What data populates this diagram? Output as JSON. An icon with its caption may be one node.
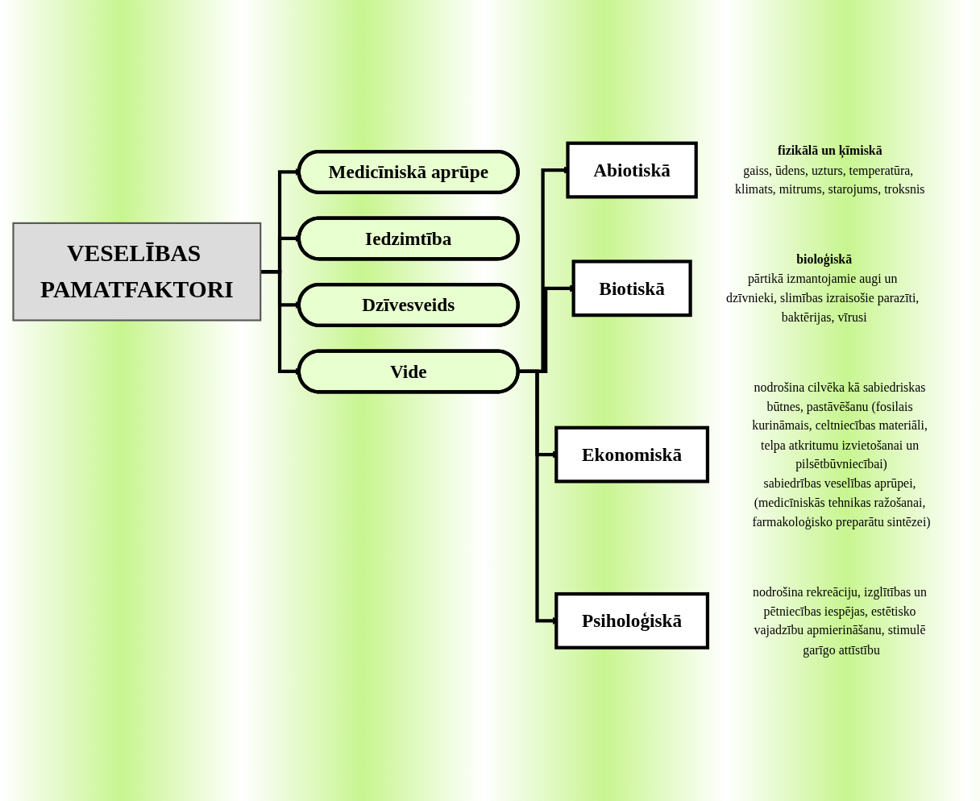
{
  "diagram": {
    "nodes": [
      {
        "text": [
          "VESELĪBAS PAMATFAKTORI"
        ]
      },
      {
        "text": [
          "Medicīniskā aprūpe"
        ]
      },
      {
        "text": [
          "Iedzimtība"
        ]
      },
      {
        "text": [
          "Dzīvesveids"
        ]
      },
      {
        "text": [
          "Vide"
        ]
      },
      {
        "text": [
          "Abiotiskā"
        ],
        "beside": [
          "fizikālā un ķīmiskā",
          "gaiss, ūdens, uzturs, temperatūra, klimats, mitrums, starojums, troksnis"
        ]
      },
      {
        "text": [
          "Biotiskā"
        ],
        "beside": [
          "bioloģiskā",
          "pārtikā izmantojamie augi un dzīvnieki, slimības izraisošie parazīti, baktērijas, vīrusi"
        ]
      },
      {
        "text": [
          "Ekonomiskā"
        ],
        "beside": [
          "nodrošina cilvēka kā sabiedriskas būtnes, pastāvēšanu (fosilais kurināmais, celtniecības materiāli, telpa atkritumu izvietošanai un pilsētbūvniecībai)",
          "sabiedrības veselības aprūpei, (medicīniskās tehnikas ražošanai, farmakoloģisko preparātu sintēzei)"
        ]
      },
      {
        "text": [
          "Psiholoģiskā"
        ],
        "beside": [
          "nodrošina rekreāciju, izglītības un pētniecības iespējas, estētisko vajadzību apmierināšanu, stimulē garīgo attīstību"
        ]
      }
    ],
    "edges": [
      {
        "from": 0,
        "to": 1,
        "arrow": "to"
      },
      {
        "from": 0,
        "to": 2,
        "arrow": "to"
      },
      {
        "from": 0,
        "to": 3,
        "arrow": "to"
      },
      {
        "from": 0,
        "to": 4,
        "arrow": "to"
      },
      {
        "from": 4,
        "to": 5,
        "arrow": "to"
      },
      {
        "from": 4,
        "to": 6,
        "arrow": "to"
      },
      {
        "from": 4,
        "to": 7,
        "arrow": "to"
      },
      {
        "from": 4,
        "to": 8,
        "arrow": "to"
      }
    ]
  }
}
